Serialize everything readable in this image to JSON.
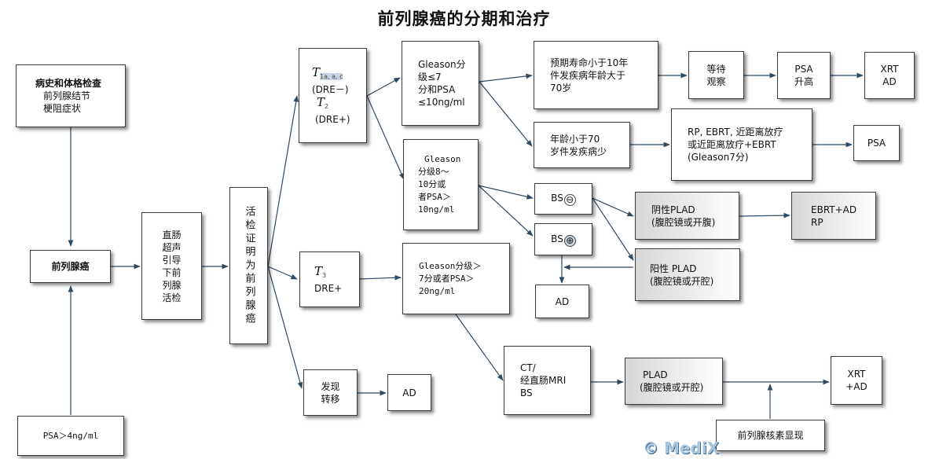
{
  "title": "前列腺癌的分期和治疗",
  "watermark": "© MediX",
  "nodes": {
    "history": {
      "heading": "病史和体格检查",
      "line1": "前列腺结节",
      "line2": "梗阻症状"
    },
    "cancer": "前列腺癌",
    "psa_elevated": "PSA＞4ng/ml",
    "rectal_ultrasound": [
      "直肠",
      "超声",
      "引导",
      "下前",
      "列腺",
      "活检"
    ],
    "biopsy_confirm": "活检证明为前列腺癌",
    "stage_t1_t2": {
      "t1": "T",
      "t1_sub": "1a, a, c",
      "dre_neg": "(DRE－)",
      "t2": "T",
      "t2_sub": "2",
      "dre_pos": "(DRE+)"
    },
    "stage_t3": {
      "t3": "T",
      "t3_sub": "3",
      "dre": "DRE+"
    },
    "metastasis": {
      "line1": "发现",
      "line2": "转移"
    },
    "ad_metastasis": "AD",
    "gleason_low": [
      "Gleason分",
      "级≤7",
      "分和PSA",
      "≤10ng/ml"
    ],
    "gleason_high": [
      "Gleason",
      "分级8～",
      "10分或",
      "者PSA＞",
      "10ng/ml"
    ],
    "gleason_t3": [
      "Gleason分级＞",
      "7分或者PSA＞",
      "20ng/ml"
    ],
    "life_expect": [
      "预期寿命小于10年",
      "件发疾病年龄大于",
      "70岁"
    ],
    "age_under70": [
      "年龄小于70",
      "岁件发疾病少"
    ],
    "watchful": [
      "等待",
      "观察"
    ],
    "psa_rise": [
      "PSA",
      "升高"
    ],
    "xrt_ad_top": [
      "XRT",
      "AD"
    ],
    "rp_ebrt": [
      "RP, EBRT, 近距离放疗",
      "或近距离放疗+EBRT",
      "(Gleason7分)"
    ],
    "psa_right": "PSA",
    "bs_neg": {
      "label": "BS",
      "symbol": "⊖"
    },
    "bs_pos": {
      "label": "BS",
      "symbol": "⊕"
    },
    "plad_neg": [
      "阴性PLAD",
      "(腹腔镜或开腹)"
    ],
    "ebrt_ad_rp": [
      "EBRT+AD",
      "RP"
    ],
    "plad_pos": [
      "阳性 PLAD",
      "(腹腔镜或开腔)"
    ],
    "ad_mid": "AD",
    "ct_mri": [
      "CT/",
      "经直肠MRI",
      "BS"
    ],
    "plad_bottom": [
      "PLAD",
      "(腹腔镜或开腔)"
    ],
    "xrt_ad_bottom": [
      "XRT",
      "+AD"
    ],
    "prostascint": "前列腺核素显现"
  },
  "colors": {
    "arrow": "#2f4a63",
    "border": "#3a3a3a",
    "gray_fill": "#d6d6d6",
    "highlight": "#c8d3e2"
  }
}
